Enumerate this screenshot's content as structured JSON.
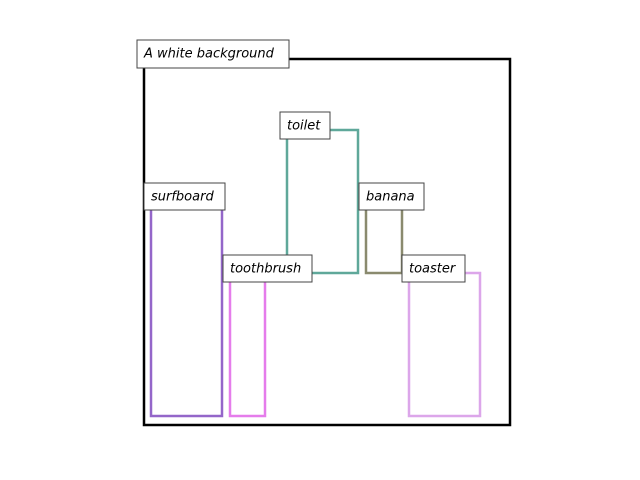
{
  "scene": {
    "label": "A white background",
    "border_color": "#000000"
  },
  "objects": [
    {
      "label": "toilet",
      "color": "#5fa89a"
    },
    {
      "label": "banana",
      "color": "#8a8a6e"
    },
    {
      "label": "surfboard",
      "color": "#9466c9"
    },
    {
      "label": "toothbrush",
      "color": "#e57ceb"
    },
    {
      "label": "toaster",
      "color": "#dca6ea"
    }
  ]
}
